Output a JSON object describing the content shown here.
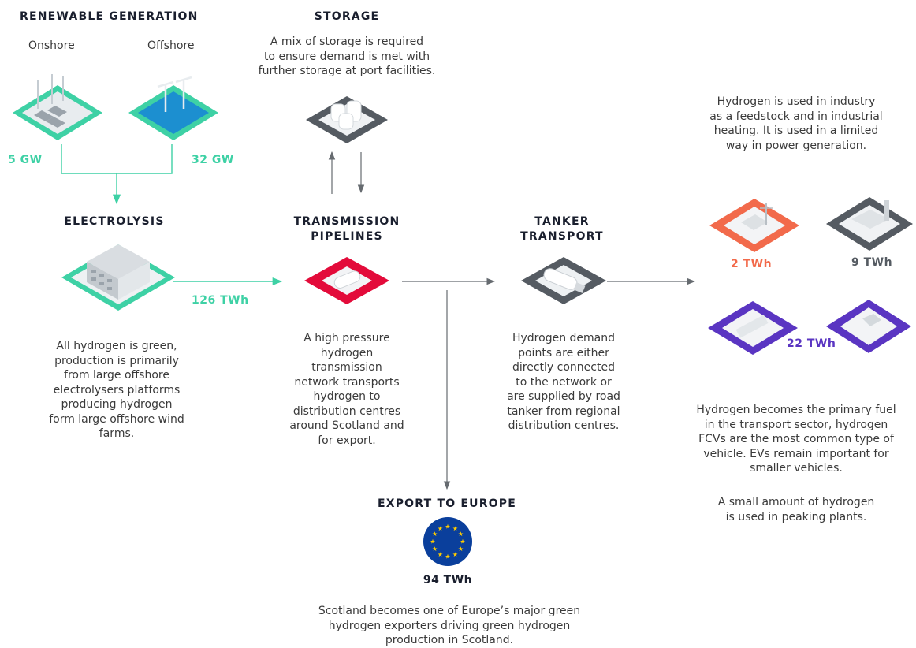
{
  "colors": {
    "teal": "#3ed1a5",
    "red": "#e30b3a",
    "orange": "#f26a4b",
    "purple": "#5a35c2",
    "gray": "#555b62",
    "eu_blue": "#0a3f9c",
    "eu_star": "#ffcc00"
  },
  "renewable": {
    "title": "RENEWABLE GENERATION",
    "onshore_label": "Onshore",
    "offshore_label": "Offshore",
    "onshore_value": "5 GW",
    "offshore_value": "32 GW",
    "onshore_icon": "wind-turbines-solar-icon",
    "offshore_icon": "offshore-wind-icon"
  },
  "storage": {
    "title": "STORAGE",
    "text": [
      "A mix of storage is required",
      "to ensure demand is met with",
      "further storage at port facilities."
    ],
    "icon": "storage-tanks-icon"
  },
  "electrolysis": {
    "title": "ELECTROLYSIS",
    "value": "126 TWh",
    "icon": "electrolysis-plant-icon",
    "text": [
      "All hydrogen is green,",
      "production is primarily",
      "from large offshore",
      "electrolysers platforms",
      "producing hydrogen",
      "form large offshore wind",
      "farms."
    ]
  },
  "transmission": {
    "title": [
      "TRANSMISSION",
      "PIPELINES"
    ],
    "icon": "pipeline-icon",
    "text": [
      "A high pressure",
      "hydrogen",
      "transmission",
      "network transports",
      "hydrogen to",
      "distribution centres",
      "around Scotland and",
      "for export."
    ]
  },
  "tanker": {
    "title": [
      "TANKER",
      "TRANSPORT"
    ],
    "icon": "tanker-icon",
    "text": [
      "Hydrogen demand",
      "points are either",
      "directly connected",
      "to the network or",
      "are supplied by road",
      "tanker from regional",
      "distribution centres."
    ]
  },
  "industry": {
    "text": [
      "Hydrogen is used in industry",
      "as a feedstock and in industrial",
      "heating. It is used in a limited",
      "way in power generation."
    ],
    "power_value": "2 TWh",
    "industry_value": "9 TWh",
    "transport_value": "22 TWh",
    "power_icon": "power-plant-icon",
    "industry_icon": "factory-icon",
    "vehicle_icon_a": "vehicle-depot-icon",
    "vehicle_icon_b": "house-icon"
  },
  "transport_text": [
    "Hydrogen becomes the primary fuel",
    "in the transport sector, hydrogen",
    "FCVs are the most common type of",
    "vehicle. EVs remain important for",
    "smaller vehicles."
  ],
  "peaking_text": [
    "A small amount of hydrogen",
    "is used in peaking plants."
  ],
  "export": {
    "title": "EXPORT TO EUROPE",
    "value": "94 TWh",
    "icon": "eu-flag-icon",
    "text": [
      "Scotland becomes one of Europe’s major green",
      "hydrogen exporters driving green hydrogen",
      "production in Scotland."
    ]
  }
}
